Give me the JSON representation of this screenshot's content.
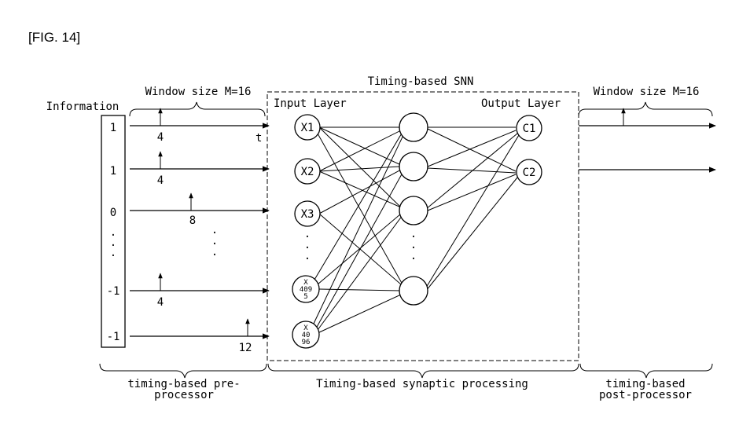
{
  "figure_label": "[FIG. 14]",
  "window_label_left": "Window size M=16",
  "window_label_right": "Window size M=16",
  "snn_title": "Timing-based SNN",
  "information_label": "Information",
  "input_layer_label": "Input Layer",
  "output_layer_label": "Output Layer",
  "time_axis_label": "t",
  "vertical_dots": ".\n.\n.",
  "information_values": [
    "1",
    "1",
    "0",
    "-1",
    "-1"
  ],
  "spike_times": [
    "4",
    "4",
    "8",
    "4",
    "12"
  ],
  "input_nodes": [
    "X1",
    "X2",
    "X3"
  ],
  "input_node_x4095": [
    "X",
    "409",
    "5"
  ],
  "input_node_x4096": [
    "X",
    "40",
    "96"
  ],
  "output_nodes": [
    "C1",
    "C2"
  ],
  "bottom_labels": {
    "pre_line1": "timing-based pre-",
    "pre_line2": "processor",
    "synaptic": "Timing-based synaptic processing",
    "post_line1": "timing-based",
    "post_line2": "post-processor"
  }
}
